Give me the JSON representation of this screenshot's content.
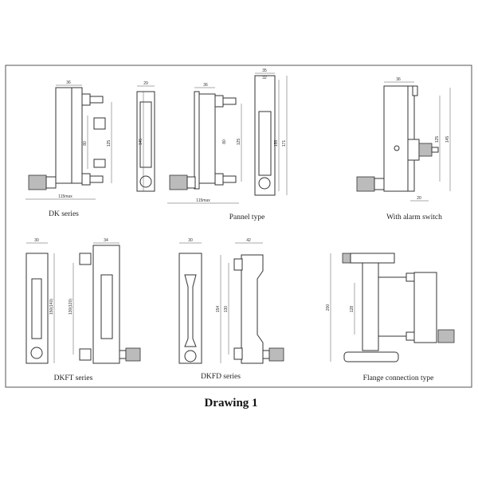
{
  "title": "Drawing 1",
  "panels": {
    "dk": {
      "caption": "DK series",
      "dims": [
        "36",
        "29",
        "125",
        "145",
        "115max",
        "80"
      ]
    },
    "pannel": {
      "caption": "Pannel type",
      "dims": [
        "36",
        "35",
        "32",
        "80",
        "125",
        "155",
        "171",
        "115max"
      ]
    },
    "alarm": {
      "caption": "With alarm switch",
      "dims": [
        "36",
        "125",
        "145",
        "20"
      ]
    },
    "dkft": {
      "caption": "DKFT series",
      "dims": [
        "30",
        "34",
        "150(140)",
        "130(120)"
      ]
    },
    "dkfd": {
      "caption": "DKFD series",
      "dims": [
        "30",
        "42",
        "154",
        "130"
      ]
    },
    "flange": {
      "caption": "Flange connection type",
      "dims": [
        "200",
        "128"
      ]
    }
  }
}
